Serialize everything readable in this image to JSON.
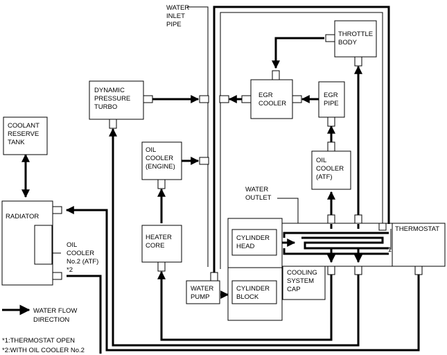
{
  "components": {
    "water_inlet_pipe": [
      "WATER",
      "INLET",
      "PIPE"
    ],
    "throttle_body": [
      "THROTTLE",
      "BODY"
    ],
    "dynamic_pressure_turbo": [
      "DYNAMIC",
      "PRESSURE",
      "TURBO"
    ],
    "egr_cooler": [
      "EGR",
      "COOLER"
    ],
    "egr_pipe": [
      "EGR",
      "PIPE"
    ],
    "coolant_reserve_tank": [
      "COOLANT",
      "RESERVE",
      "TANK"
    ],
    "oil_cooler_engine": [
      "OIL",
      "COOLER",
      "(ENGINE)"
    ],
    "oil_cooler_atf": [
      "OIL",
      "COOLER",
      "(ATF)"
    ],
    "water_outlet": [
      "WATER",
      "OUTLET"
    ],
    "radiator": [
      "RADIATOR"
    ],
    "oil_cooler_no2": [
      "OIL",
      "COOLER",
      "No.2 (ATF)",
      "*2"
    ],
    "heater_core": [
      "HEATER",
      "CORE"
    ],
    "cylinder_head": [
      "CYLINDER",
      "HEAD"
    ],
    "thermostat": [
      "THERMOSTAT"
    ],
    "thermostat_mark": "*1",
    "cooling_system_cap": [
      "COOLING",
      "SYSTEM",
      "CAP"
    ],
    "water_pump": [
      "WATER",
      "PUMP"
    ],
    "cylinder_block": [
      "CYLINDER",
      "BLOCK"
    ]
  },
  "legend": {
    "flow": [
      "WATER FLOW",
      "DIRECTION"
    ],
    "notes": [
      "*1:THERMOSTAT OPEN",
      "*2:WITH OIL COOLER No.2"
    ]
  }
}
